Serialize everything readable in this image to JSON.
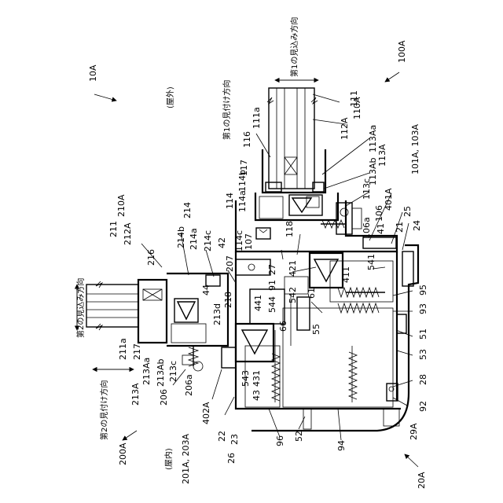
{
  "labels": {
    "fig_10A": "10A",
    "fig_100A": "100A",
    "fig_200A": "200A",
    "fig_20A": "20A",
    "outdoor": "(屋外)",
    "indoor": "(屋内)",
    "dir1_depth": "第1の見込み方向",
    "dir1_front": "第1の見付け方向",
    "dir2_depth": "第2の見込み方向",
    "dir2_front": "第2の見付け方向",
    "l111": "111",
    "l112A": "112A",
    "l110A": "110A",
    "l111a": "111a",
    "l116": "116",
    "l113Aa": "113Aa",
    "l113A": "113A",
    "l117": "117",
    "l113Ab": "113Ab",
    "l113c": "113c",
    "l101A": "101A, 103A",
    "l114": "114",
    "l114a": "114a",
    "l114b": "114b",
    "l401A": "401A",
    "l106": "106",
    "l106a": "106a",
    "l25": "25",
    "l24": "24",
    "l21": "21",
    "l41": "41",
    "l118": "118",
    "l107": "107",
    "l114c": "114c",
    "l27": "27",
    "l411": "411",
    "l541": "541",
    "l421": "421",
    "l542": "542",
    "l91": "91",
    "l61": "61",
    "l95": "95",
    "l93": "93",
    "l55": "55",
    "l51": "51",
    "l53": "53",
    "l66": "66",
    "l28": "28",
    "l92": "92",
    "l29A": "29A",
    "l94": "94",
    "l52": "52",
    "l96": "96",
    "l210A": "210A",
    "l211": "211",
    "l212A": "212A",
    "l214": "214",
    "l214b": "214b",
    "l214a": "214a",
    "l214c": "214c",
    "l42": "42",
    "l216": "216",
    "l207": "207",
    "l44": "44",
    "l218": "218",
    "l441": "441",
    "l544": "544",
    "l213d": "213d",
    "l211a": "211a",
    "l217": "217",
    "l213Aa": "213Aa",
    "l213Ab": "213Ab",
    "l213c": "213c",
    "l213A": "213A",
    "l206": "206",
    "l206a": "206a",
    "l543": "543",
    "l431": "431",
    "l43": "43",
    "l402A": "402A",
    "l22": "22",
    "l23": "23",
    "l26": "26",
    "l201A": "201A, 203A"
  }
}
